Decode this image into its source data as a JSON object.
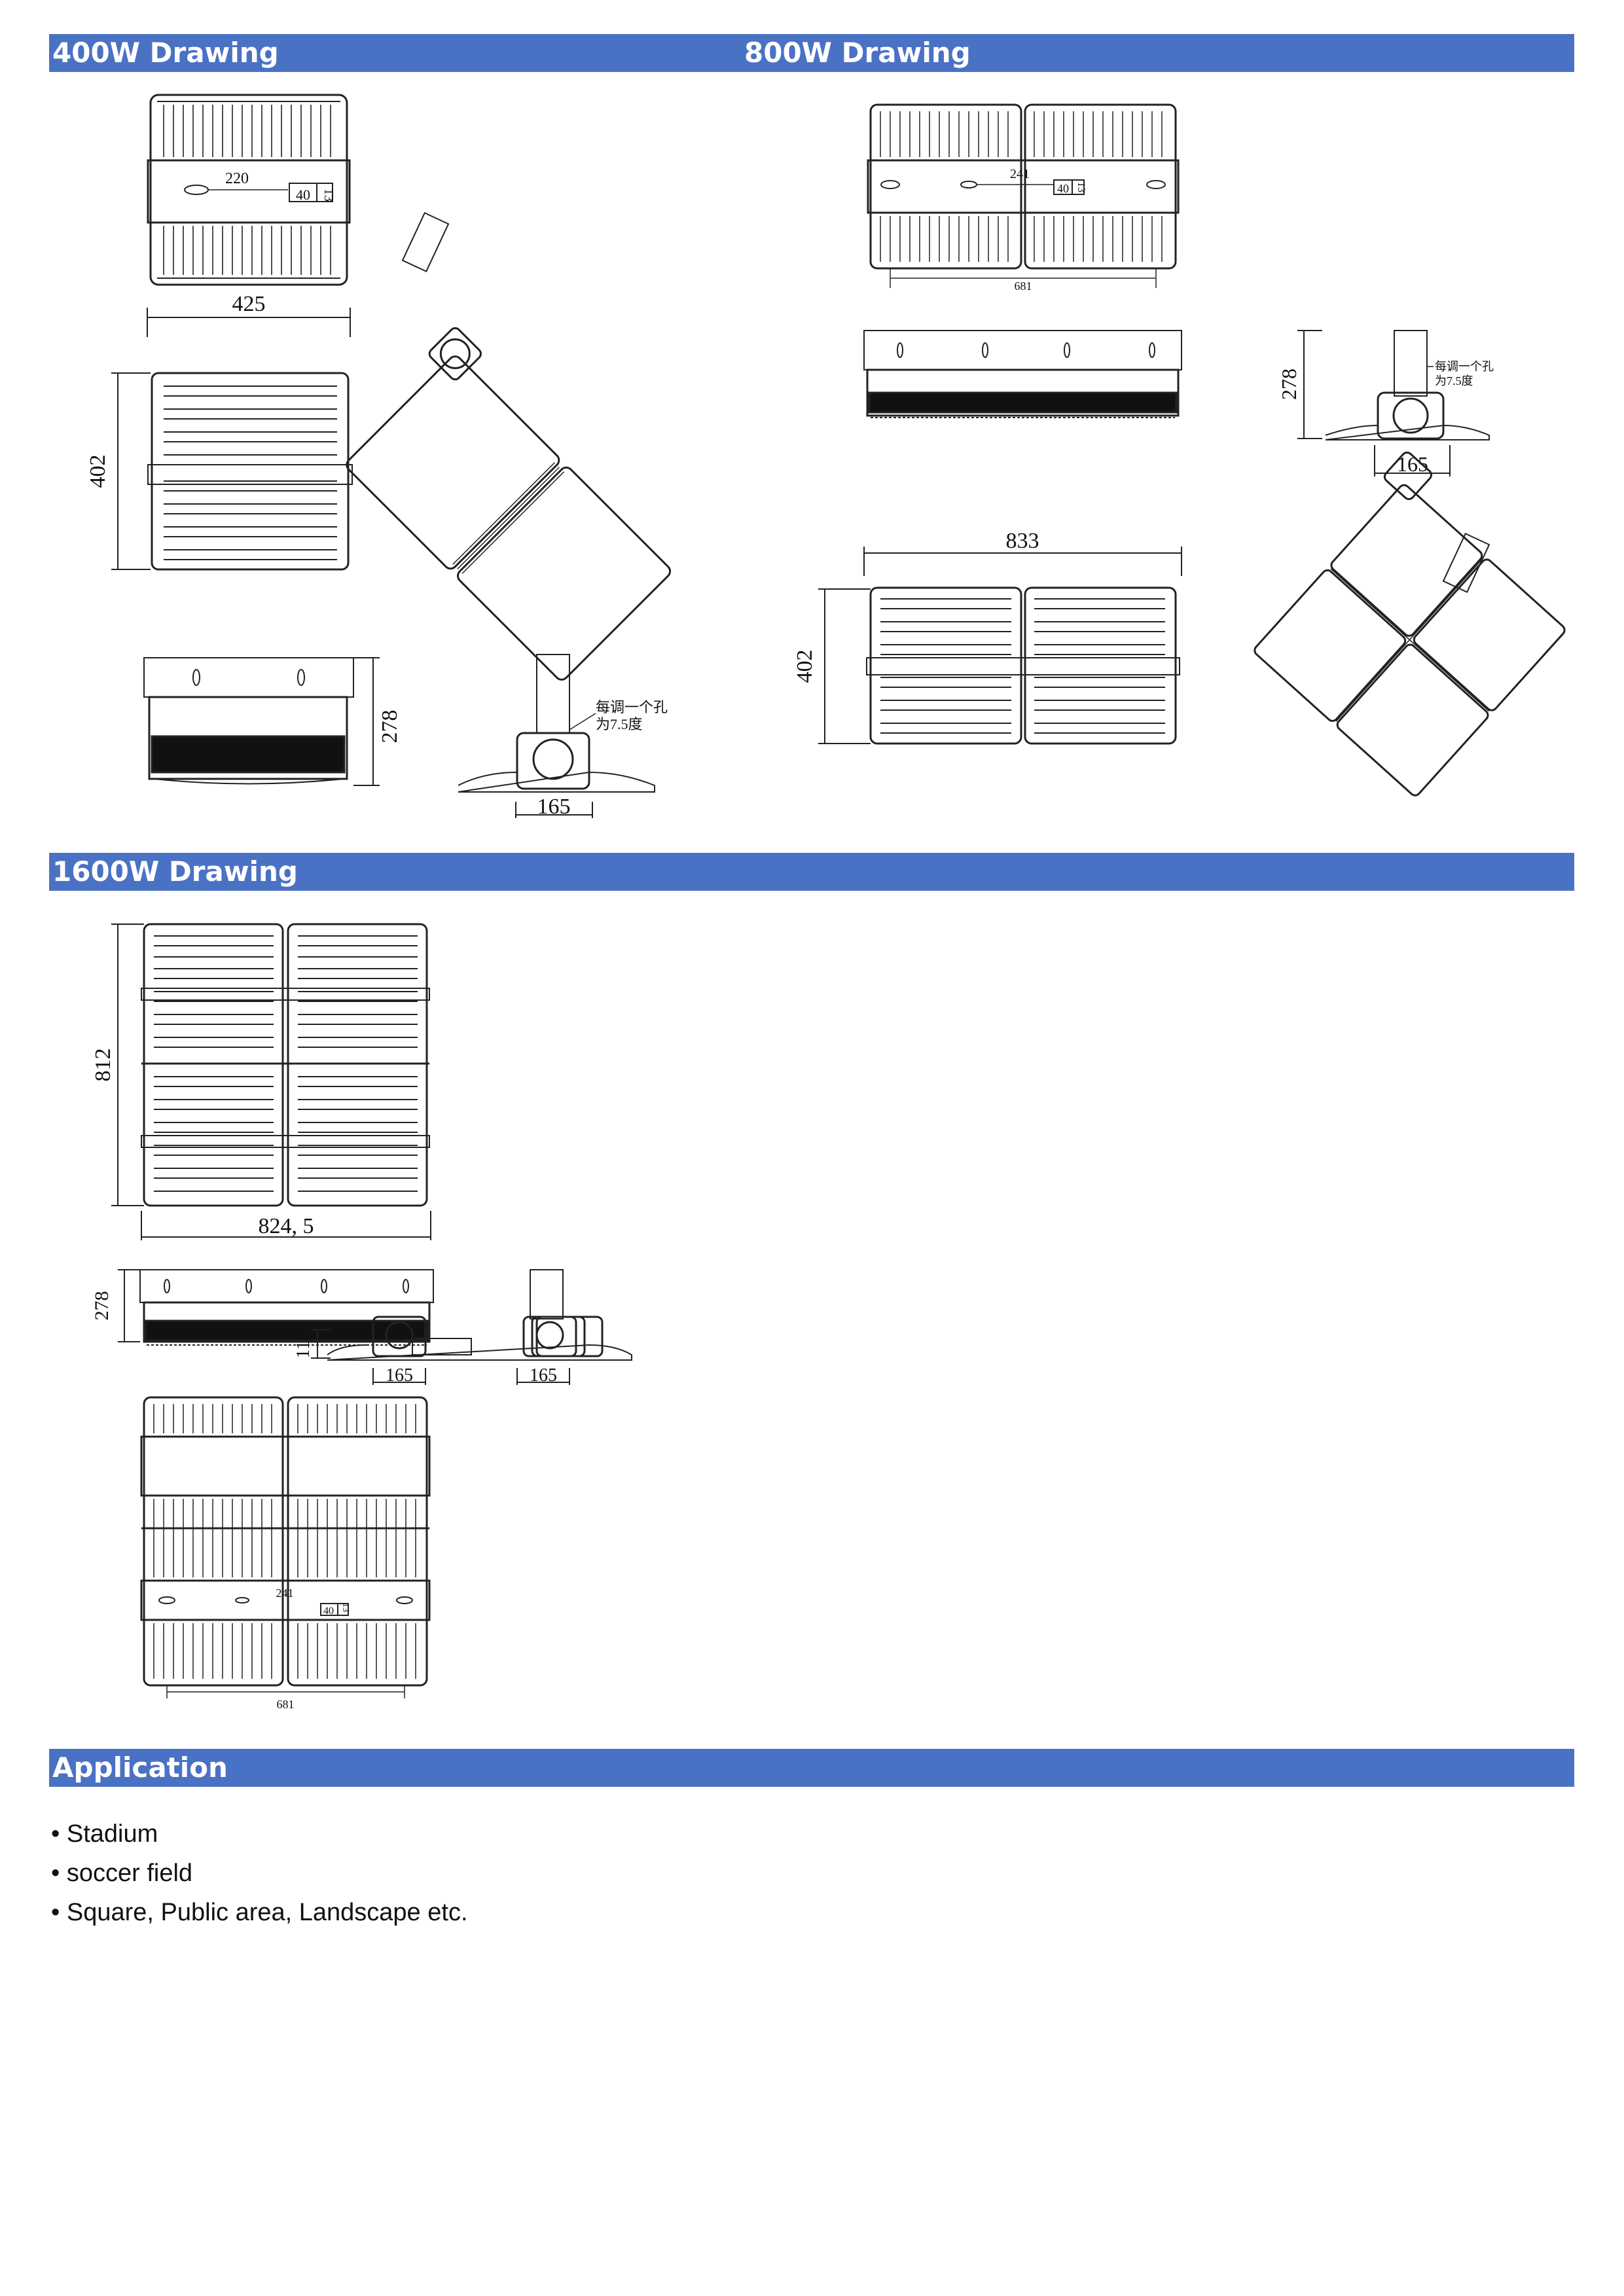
{
  "sections": {
    "s400": {
      "title": "400W Drawing"
    },
    "s800": {
      "title": "800W Drawing"
    },
    "s1600": {
      "title": "1600W Drawing"
    },
    "application": {
      "title": "Application"
    }
  },
  "drawings": {
    "d400": {
      "top_dim_220": "220",
      "box_40": "40",
      "box_13": "13",
      "width_425": "425",
      "height_402": "402",
      "side_height_278": "278",
      "bracket_note_line1": "每调一个孔",
      "bracket_note_line2": "为7.5度",
      "bracket_width_165": "165"
    },
    "d800": {
      "top_dim_241": "241",
      "box_40": "40",
      "box_13": "13",
      "bottom_dim_681": "681",
      "side_height_278": "278",
      "bracket_note_line1": "每调一个孔",
      "bracket_note_line2": "为7.5度",
      "bracket_width_165": "165",
      "width_833": "833",
      "height_402": "402"
    },
    "d1600": {
      "height_812": "812",
      "width_824_5": "824, 5",
      "side_height_278": "278",
      "bracket_height_110": "110",
      "bracket_width_165_a": "165",
      "bracket_width_165_b": "165",
      "top_dim_241": "241",
      "box_40": "40",
      "box_13": "13",
      "bottom_dim_681": "681"
    }
  },
  "application": {
    "items": [
      "Stadium",
      "soccer field",
      "Square,  Public area, Landscape etc."
    ]
  },
  "colors": {
    "header_bar": "#4a72c4",
    "header_text": "#ffffff",
    "line": "#222222"
  }
}
